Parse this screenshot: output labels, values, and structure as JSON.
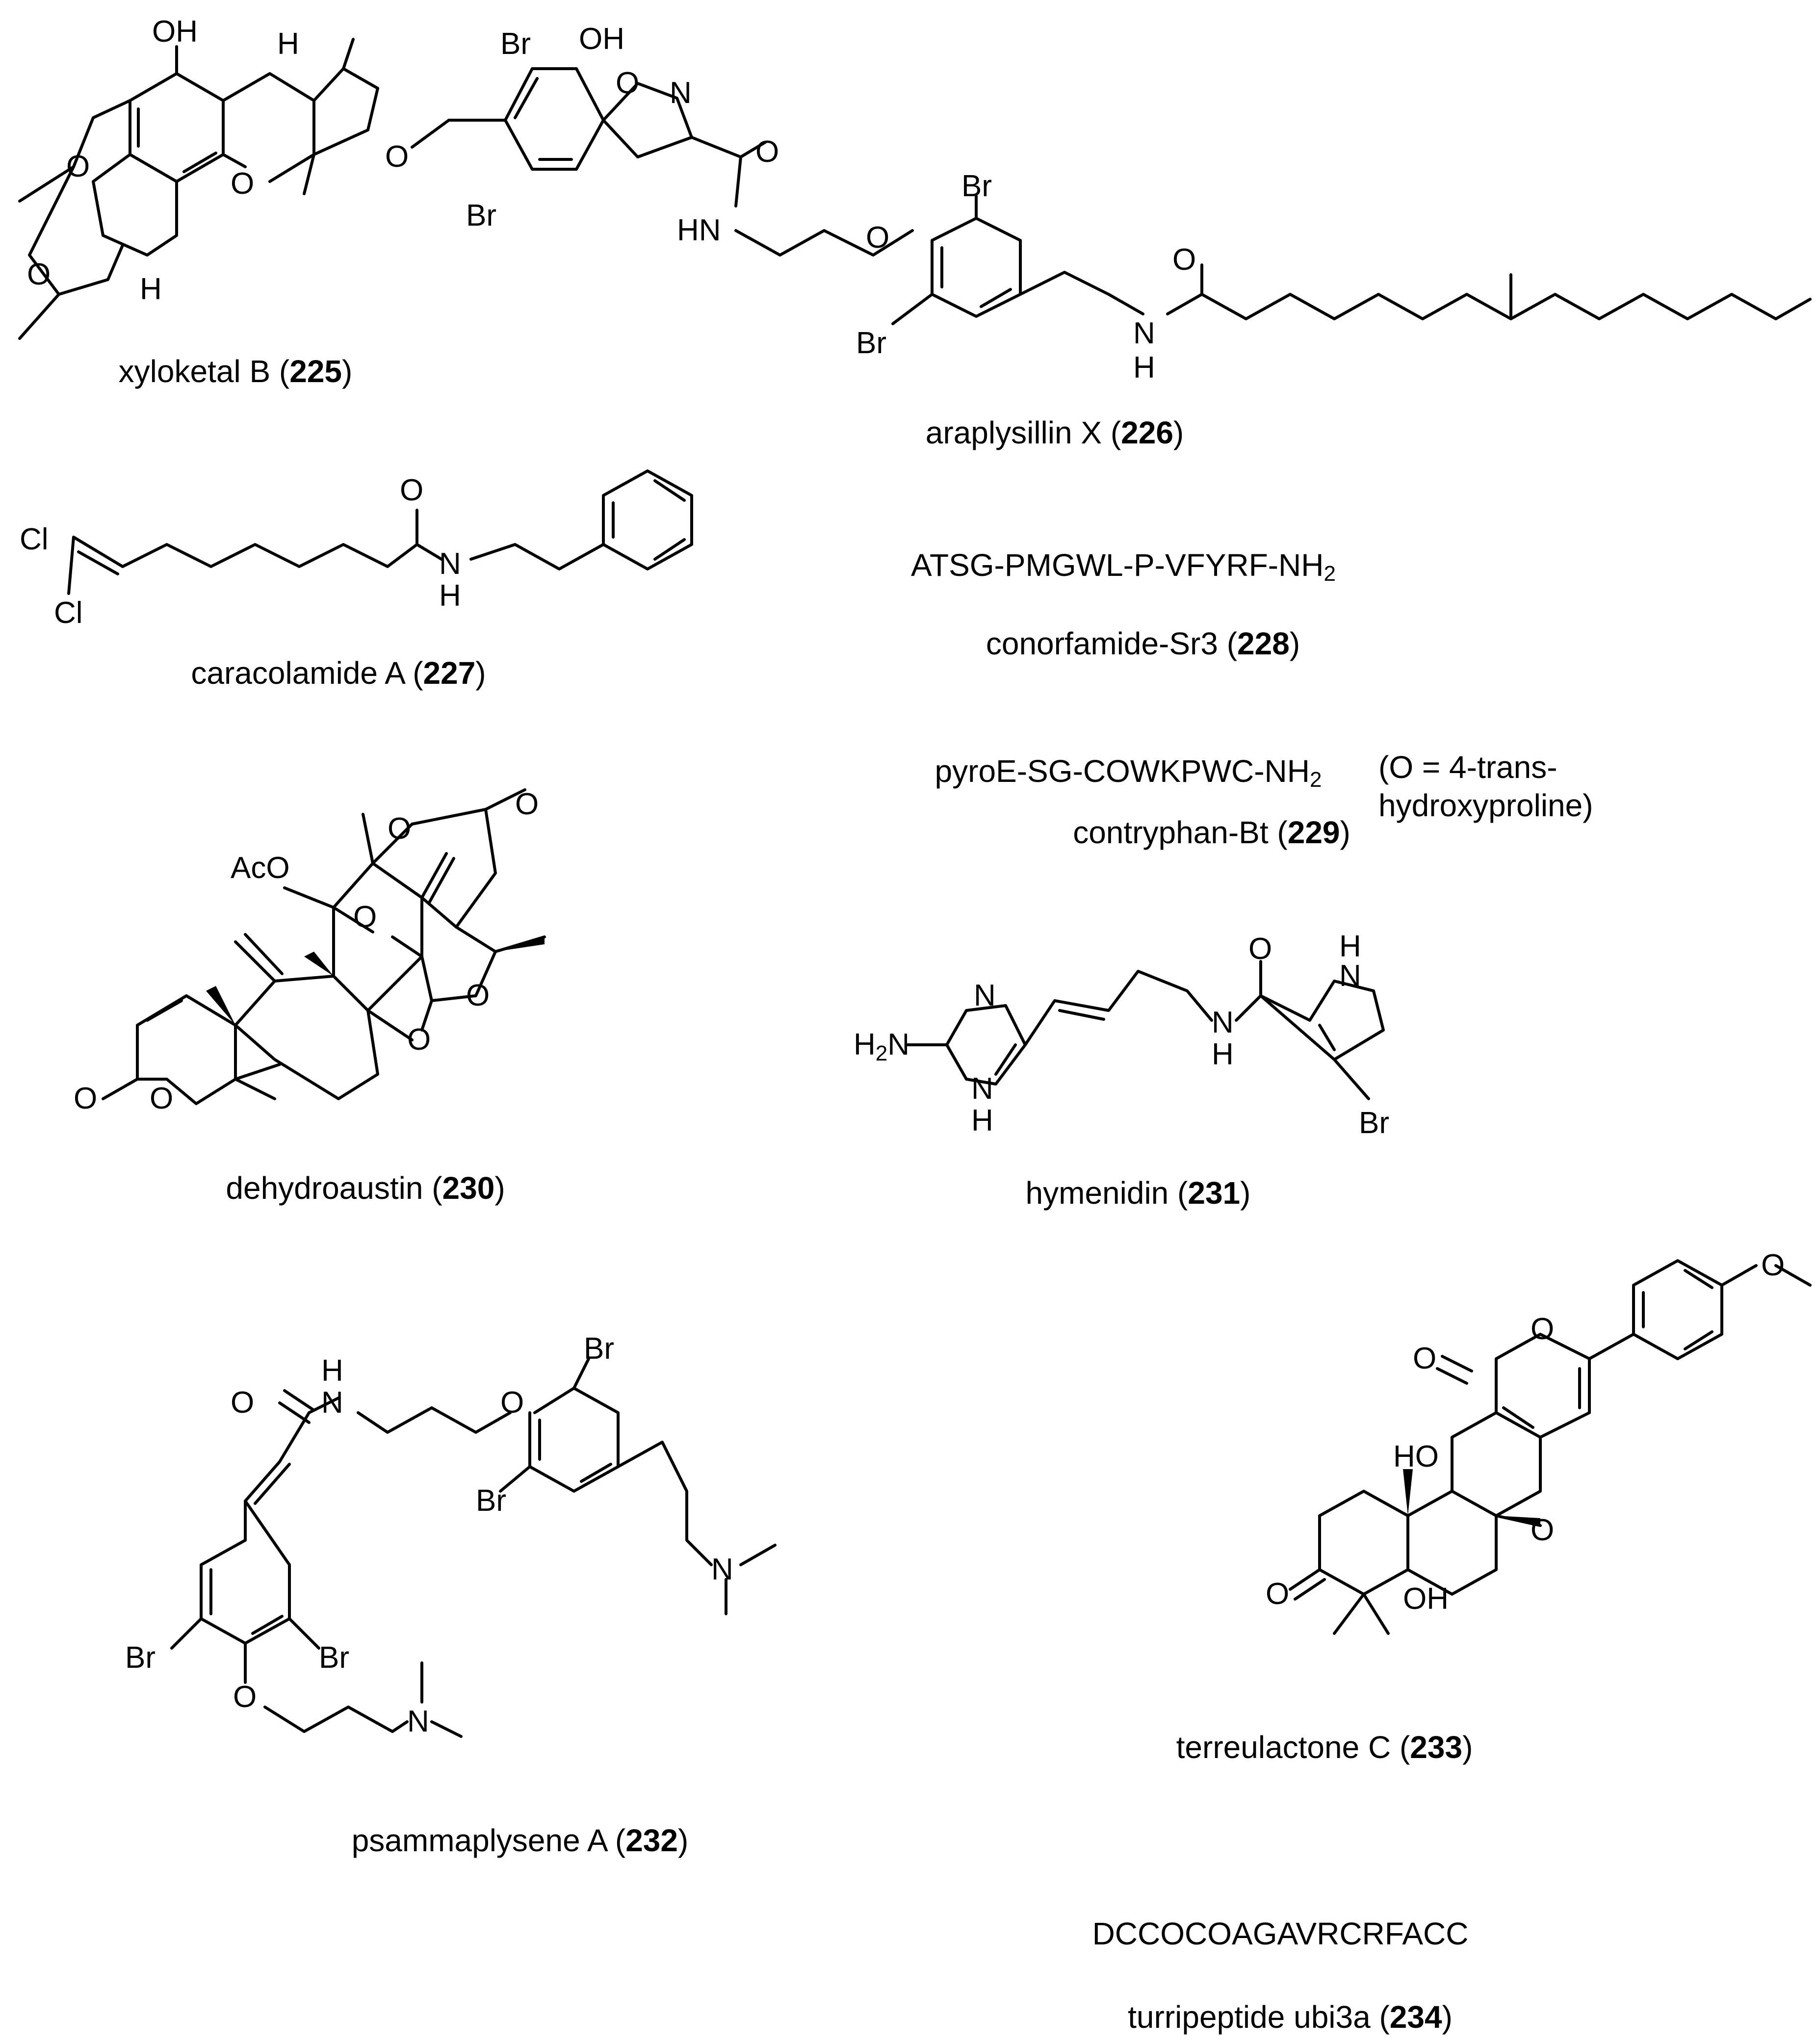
{
  "compounds": [
    {
      "id": "225",
      "name": "xyloketal B",
      "number": "225"
    },
    {
      "id": "226",
      "name": "araplysillin X",
      "number": "226"
    },
    {
      "id": "227",
      "name": "caracolamide A",
      "number": "227"
    },
    {
      "id": "228",
      "name": "conorfamide-Sr3",
      "number": "228",
      "sequence": "ATSG-PMGWL-P-VFYRF-NH",
      "sequence_sub": "2"
    },
    {
      "id": "229",
      "name": "contryphan-Bt",
      "number": "229",
      "sequence": "pyroE-SG-COWKPWC-NH",
      "sequence_sub": "2",
      "note": "(O = 4-trans-\nhydroxyproline)"
    },
    {
      "id": "230",
      "name": "dehydroaustin",
      "number": "230"
    },
    {
      "id": "231",
      "name": "hymenidin",
      "number": "231"
    },
    {
      "id": "232",
      "name": "psammaplysene A",
      "number": "232"
    },
    {
      "id": "233",
      "name": "terreulactone C",
      "number": "233"
    },
    {
      "id": "234",
      "name": "turripeptide ubi3a",
      "number": "234",
      "sequence": "DCCOCOAGAVRCRFACC"
    }
  ],
  "atom_labels": {
    "OH": "OH",
    "H": "H",
    "O": "O",
    "N": "N",
    "Br": "Br",
    "HN": "HN",
    "Cl": "Cl",
    "AcO": "AcO",
    "HO": "HO",
    "H2N": "H",
    "H2N_sub": "2",
    "H2N_tail": "N"
  }
}
